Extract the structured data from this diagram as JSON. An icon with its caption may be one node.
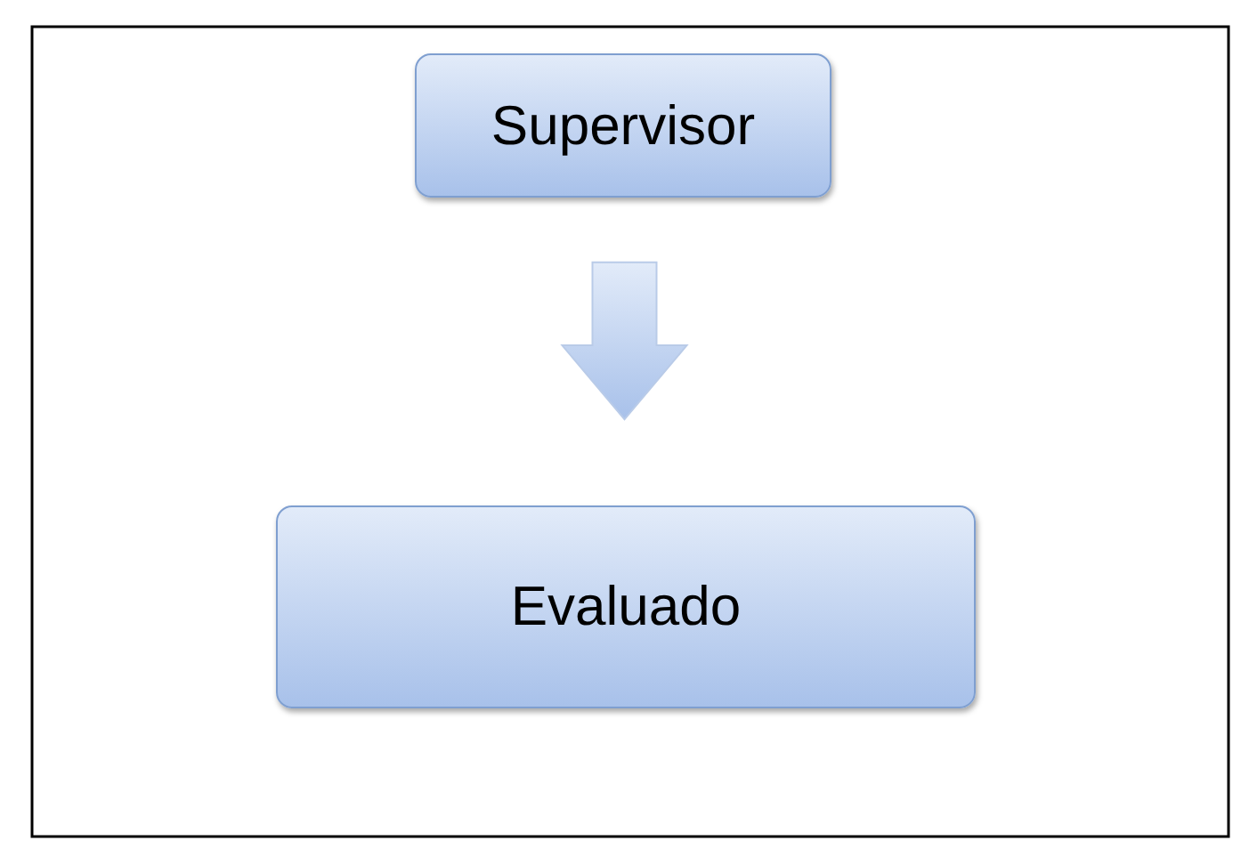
{
  "diagram": {
    "nodes": [
      {
        "text": [
          "Supervisor"
        ]
      },
      {
        "text": [
          "Evaluado"
        ]
      }
    ],
    "edges": [
      {
        "from": 0,
        "to": 1,
        "arrow": "to"
      }
    ]
  }
}
